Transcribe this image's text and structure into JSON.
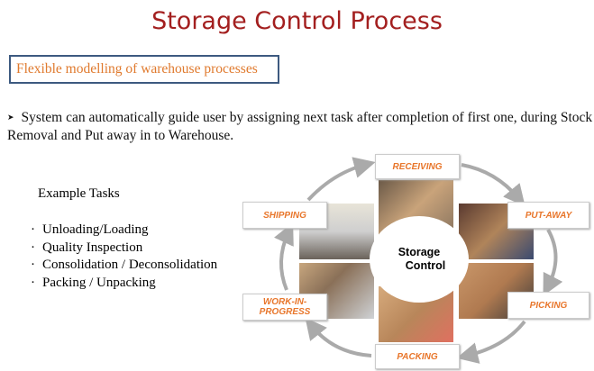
{
  "title": "Storage Control Process",
  "subtitle": "Flexible modelling of warehouse processes",
  "paragraph": "System can automatically guide user by assigning next task after completion of first one, during Stock Removal and Put away  in to Warehouse.",
  "example_tasks": {
    "heading": "Example Tasks",
    "items": [
      "Unloading/Loading",
      "Quality Inspection",
      "Consolidation / Deconsolidation",
      "Packing / Unpacking"
    ]
  },
  "diagram": {
    "center_line1": "Storage",
    "center_line2": "Control",
    "steps": [
      "RECEIVING",
      "PUT-AWAY",
      "PICKING",
      "PACKING",
      "WORK-IN-PROGRESS",
      "SHIPPING"
    ],
    "wip_line1": "WORK-IN-",
    "wip_line2": "PROGRESS"
  },
  "colors": {
    "title": "#a31f1f",
    "accent": "#e8762b",
    "box_border": "#3d5a80"
  }
}
